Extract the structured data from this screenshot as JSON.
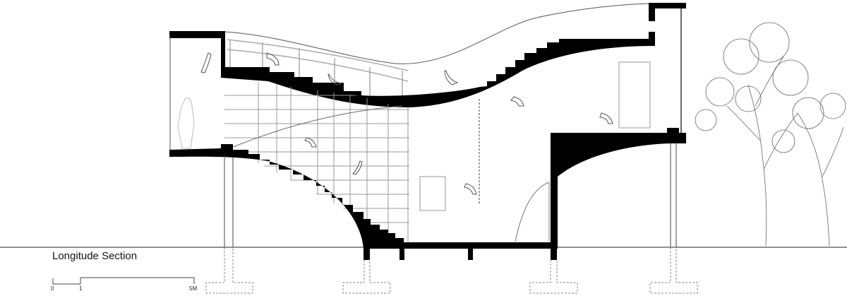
{
  "drawing": {
    "title": "Longitude Section",
    "scale_bar": {
      "labels": [
        "0",
        "1",
        "5M"
      ]
    }
  },
  "colors": {
    "ink": "#000000",
    "line": "#555555",
    "grid": "#999999"
  }
}
